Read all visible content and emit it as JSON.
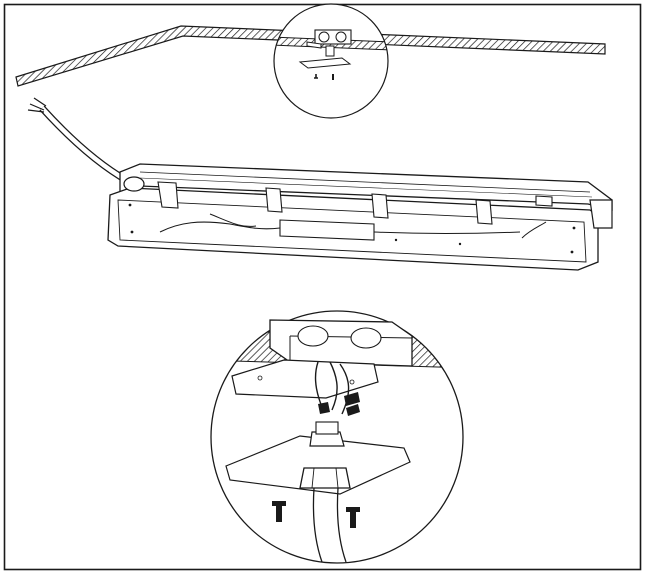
{
  "figure": {
    "kind": "installation line drawing",
    "colors": {
      "line": "#1a1a1a",
      "hatch": "#1a1a1a",
      "fill": "#ffffff",
      "shade": "#d9d9d9"
    },
    "parts": {
      "ceiling": "hatched-ceiling-panel",
      "fixture": "linear-vapor-tight-fixture",
      "detail_top": "junction-box-detail-small",
      "detail_bottom": "junction-box-detail-large",
      "cable": "supply-cable",
      "screws": "mounting-screws"
    }
  }
}
